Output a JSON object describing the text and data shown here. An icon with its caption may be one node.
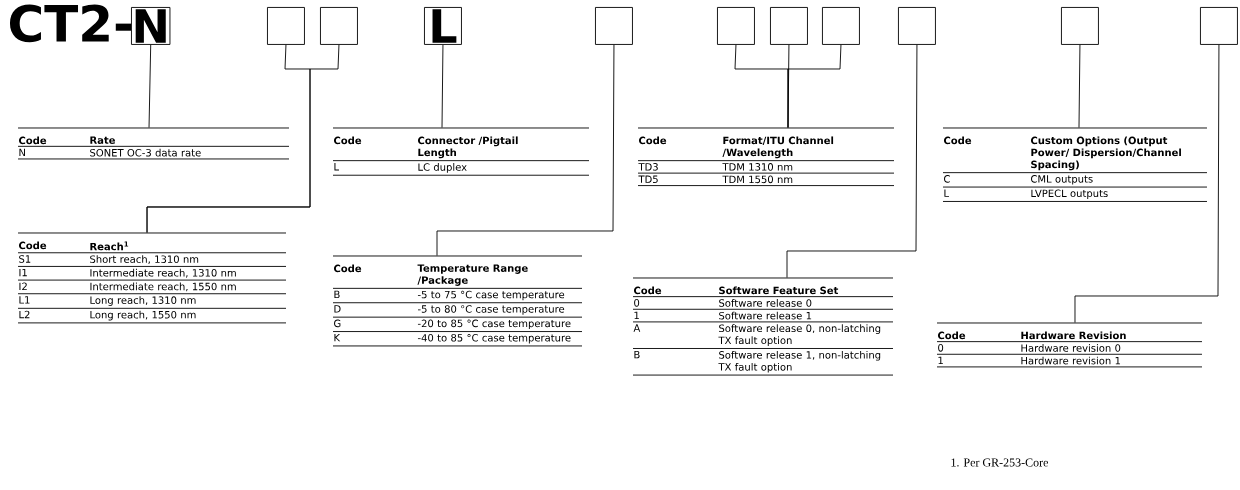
{
  "diagram": {
    "nodes": [
      {
        "text": [
          "N"
        ]
      },
      {
        "text": [],
        "shape": "box"
      },
      {
        "text": [],
        "shape": "box"
      },
      {
        "text": [
          "L"
        ]
      },
      {
        "text": [],
        "shape": "box"
      },
      {
        "text": [],
        "shape": "box"
      },
      {
        "text": [],
        "shape": "box"
      },
      {
        "text": [],
        "shape": "box"
      },
      {
        "text": [],
        "shape": "box"
      },
      {
        "text": [],
        "shape": "box"
      },
      {
        "text": [],
        "shape": "box"
      },
      {
        "text": [
          "Code",
          "Rate",
          "N",
          "SONET OC-3 data rate"
        ]
      },
      {
        "text": [
          "Code",
          "Connector /Pigtail Length",
          "L",
          "LC duplex"
        ]
      },
      {
        "text": [
          "Code",
          "Format/ITU Channel /Wavelength",
          "TD3",
          "TDM 1310 nm",
          "TD5",
          "TDM 1550 nm"
        ]
      },
      {
        "text": [
          "Code",
          "Custom Options (Output Power/ Dispersion/Channel Spacing)",
          "C",
          "CML outputs",
          "L",
          "LVPECL outputs"
        ]
      },
      {
        "text": [
          "Code",
          "Reach$^{1}$",
          "S1",
          "Short reach, 1310 nm",
          "I1",
          "Intermediate reach, 1310 nm",
          "I2",
          "Intermediate reach, 1550 nm",
          "L1",
          "Long reach, 1310 nm",
          "L2",
          "Long reach, 1550 nm"
        ]
      },
      {
        "text": [
          "Code",
          "Temperature Range /Package",
          "B",
          "-5 to 75 °C case temperature",
          "D",
          "-5 to 80 °C case temperature",
          "G",
          "-20 to 85 °C case temperature",
          "K",
          "-40 to 85 °C case temperature"
        ]
      },
      {
        "text": [
          "Code",
          "Software Feature Set",
          "0",
          "Software release 0",
          "1",
          "Software release 1",
          "A",
          "Software release 0, non-latching TX fault option",
          "B",
          "Software release 1, non-latching TX fault option"
        ]
      },
      {
        "text": [
          "Code",
          "Hardware Revision",
          "0",
          "Hardware revision 0",
          "1",
          "Hardware revision 1"
        ]
      }
    ],
    "edges": [
      {
        "from": 0,
        "to": 11,
        "arrow": "none"
      },
      {
        "from": 1,
        "to": 15,
        "arrow": "none"
      },
      {
        "from": 2,
        "to": 15,
        "arrow": "none"
      },
      {
        "from": 3,
        "to": 12,
        "arrow": "none"
      },
      {
        "from": 4,
        "to": 16,
        "arrow": "none"
      },
      {
        "from": 5,
        "to": 13,
        "arrow": "none"
      },
      {
        "from": 6,
        "to": 13,
        "arrow": "none"
      },
      {
        "from": 7,
        "to": 13,
        "arrow": "none"
      },
      {
        "from": 8,
        "to": 17,
        "arrow": "none"
      },
      {
        "from": 9,
        "to": 14,
        "arrow": "none"
      },
      {
        "from": 10,
        "to": 18,
        "arrow": "none"
      }
    ],
    "labels": [
      "CT2-",
      "1. Per GR-253-Core"
    ]
  }
}
